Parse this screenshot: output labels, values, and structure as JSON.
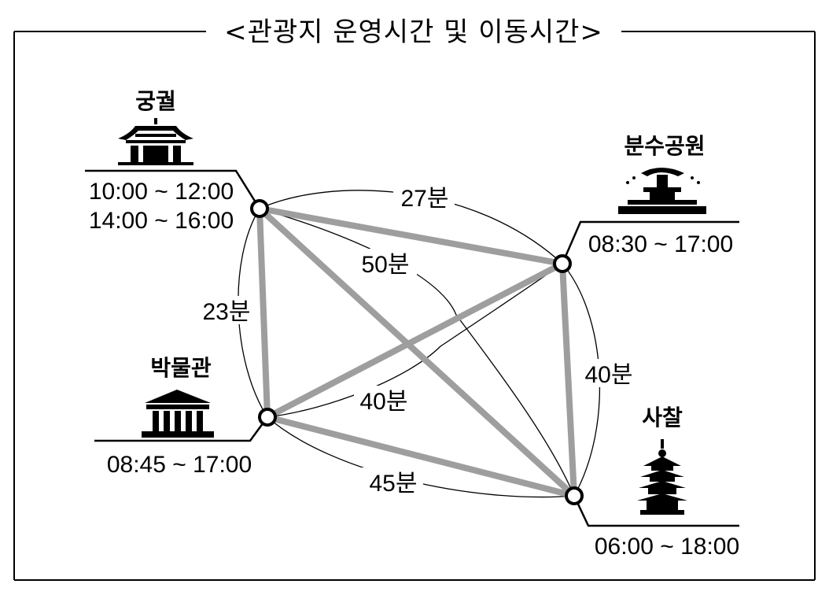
{
  "title": "<관광지 운영시간 및 이동시간>",
  "places": {
    "palace": {
      "name": "궁궐",
      "icon": "palace-icon",
      "hours": [
        "10:00 ~ 12:00",
        "14:00 ~ 16:00"
      ]
    },
    "fountain_park": {
      "name": "분수공원",
      "icon": "fountain-icon",
      "hours": [
        "08:30 ~ 17:00"
      ]
    },
    "museum": {
      "name": "박물관",
      "icon": "museum-icon",
      "hours": [
        "08:45 ~ 17:00"
      ]
    },
    "temple": {
      "name": "사찰",
      "icon": "pagoda-icon",
      "hours": [
        "06:00 ~ 18:00"
      ]
    }
  },
  "edges": {
    "palace_fountain": "27분",
    "palace_temple": "50분",
    "palace_museum": "23분",
    "museum_fountain": "40분",
    "fountain_temple": "40분",
    "museum_temple": "45분"
  },
  "colors": {
    "route": "#9e9e9e",
    "line": "#000000"
  }
}
